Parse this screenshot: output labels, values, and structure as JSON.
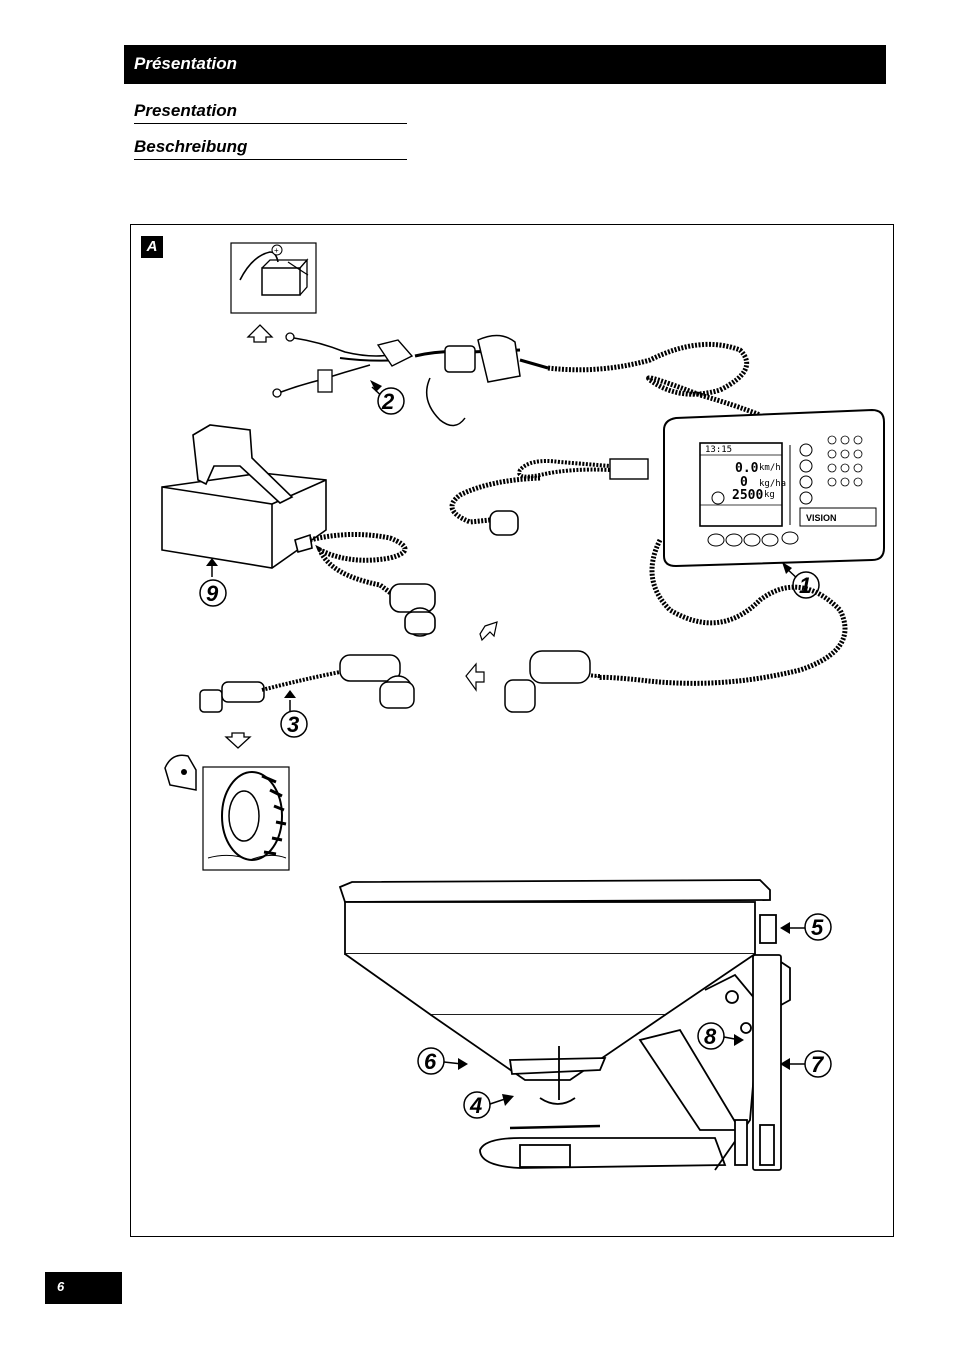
{
  "header": {
    "title": "Présentation"
  },
  "subtitles": [
    "Presentation",
    "Beschreibung"
  ],
  "figure": {
    "label": "A",
    "callouts": [
      "1",
      "2",
      "3",
      "4",
      "5",
      "6",
      "7",
      "8",
      "9"
    ],
    "console": {
      "brand": "VISION",
      "display": {
        "speed": "0.0",
        "speed_unit": "km/h",
        "rate": "0",
        "rate_unit": "kg/ha",
        "weight": "2500",
        "weight_unit": "kg",
        "top_line": "13:15"
      }
    },
    "icons": [
      "battery-icon",
      "tractor-wheel-icon",
      "sensor-magnet-icon",
      "arrow-up-icon",
      "arrow-down-icon"
    ]
  },
  "footer": {
    "page_number": "6"
  }
}
